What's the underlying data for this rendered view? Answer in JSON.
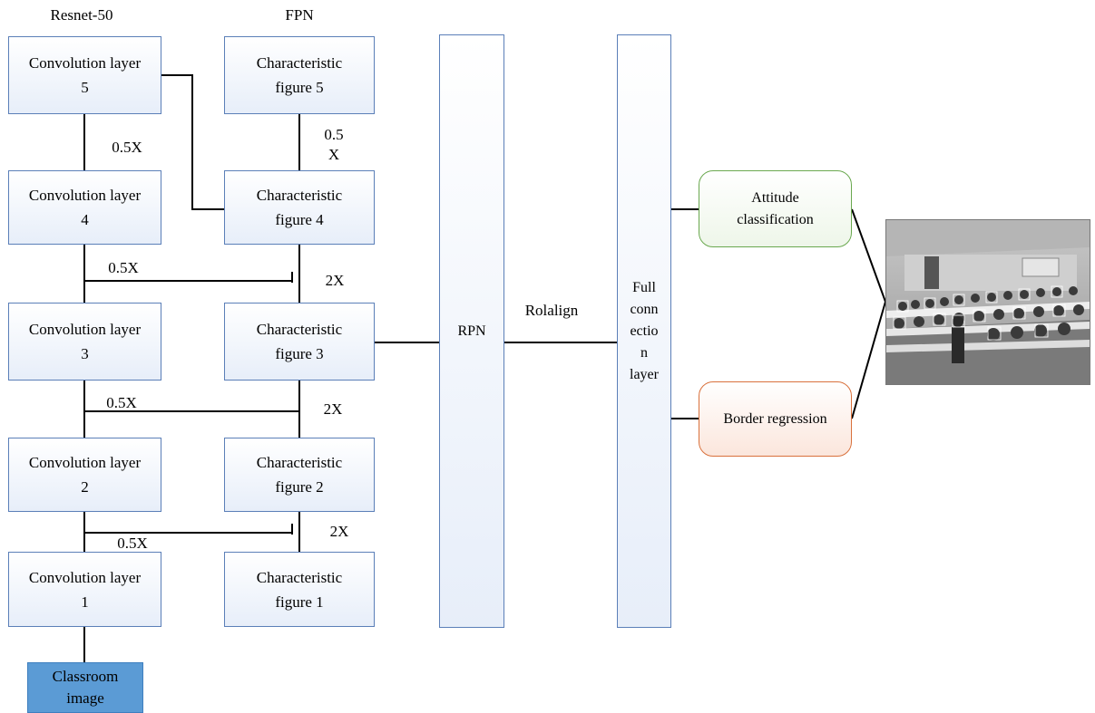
{
  "headers": {
    "resnet": "Resnet-50",
    "fpn": "FPN"
  },
  "resnet_layers": [
    "Convolution layer\n5",
    "Convolution layer\n4",
    "Convolution layer\n3",
    "Convolution layer\n2",
    "Convolution layer\n1"
  ],
  "fpn_features": [
    "Characteristic\nfigure 5",
    "Characteristic\nfigure 4",
    "Characteristic\nfigure 3",
    "Characteristic\nfigure 2",
    "Characteristic\nfigure 1"
  ],
  "scale_labels": {
    "down_5_4": "0.5X",
    "down_4_3": "0.5X",
    "down_3_2": "0.5X",
    "down_2_1": "0.5X",
    "fpn_5_4": "0.5\nX",
    "up_4": "2X",
    "up_3": "2X",
    "up_2": "2X"
  },
  "input": "Classroom\nimage",
  "rpn": "RPN",
  "roialign": "Rolalign",
  "fc": "Full\nconn\nectio\nn\nlayer",
  "outputs": {
    "attitude": "Attitude\nclassification",
    "border": "Border regression"
  },
  "colors": {
    "box_border": "#5b7fb8",
    "box_fill": "#e7eef9",
    "input_fill": "#5b9bd5",
    "attitude_border": "#6aa84f",
    "border_regression_border": "#d9713c"
  }
}
